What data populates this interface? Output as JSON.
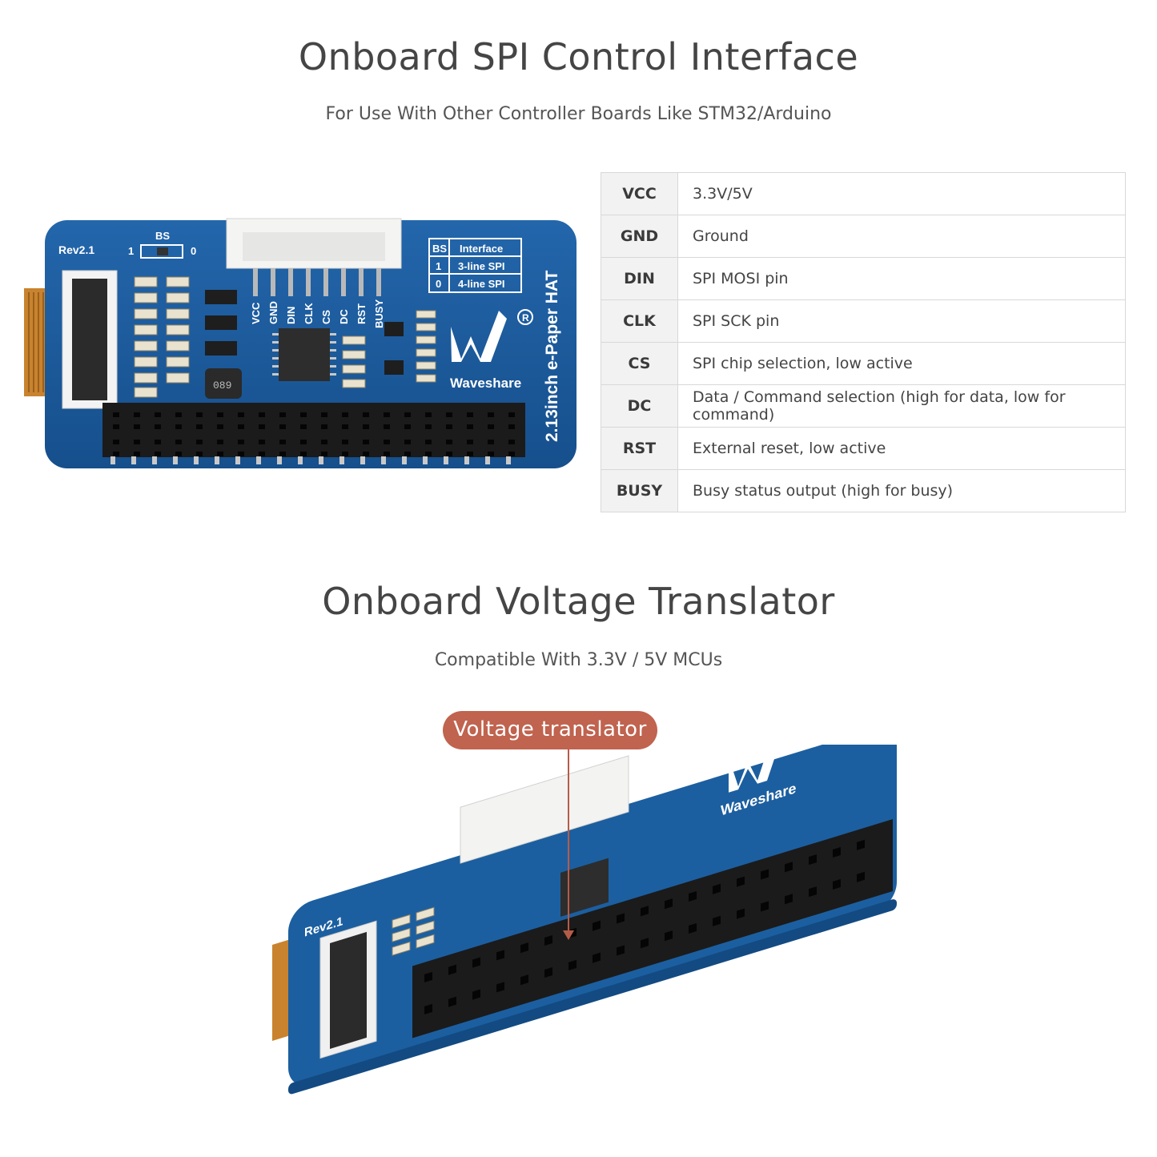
{
  "section1": {
    "title": "Onboard SPI Control Interface",
    "subtitle": "For Use With Other Controller Boards Like STM32/Arduino"
  },
  "pins": [
    {
      "name": "VCC",
      "desc": "3.3V/5V"
    },
    {
      "name": "GND",
      "desc": "Ground"
    },
    {
      "name": "DIN",
      "desc": "SPI MOSI pin"
    },
    {
      "name": "CLK",
      "desc": "SPI SCK pin"
    },
    {
      "name": "CS",
      "desc": "SPI chip selection, low active"
    },
    {
      "name": "DC",
      "desc": "Data / Command selection (high for data, low for command)"
    },
    {
      "name": "RST",
      "desc": "External reset, low active"
    },
    {
      "name": "BUSY",
      "desc": "Busy status output (high for busy)"
    }
  ],
  "board": {
    "rev": "Rev2.1",
    "bs_label": "BS",
    "bs_one": "1",
    "bs_zero": "0",
    "bs_table_header_bs": "BS",
    "bs_table_header_interface": "Interface",
    "bs_table_row1_bs": "1",
    "bs_table_row1_interface": "3-line SPI",
    "bs_table_row2_bs": "0",
    "bs_table_row2_interface": "4-line SPI",
    "pin_labels": [
      "VCC",
      "GND",
      "DIN",
      "CLK",
      "CS",
      "DC",
      "RST",
      "BUSY"
    ],
    "brand": "Waveshare",
    "product": "2.13inch e-Paper HAT",
    "inductor": "089"
  },
  "colors": {
    "pcb": "#1c5fa0",
    "pcb_dark": "#134a82",
    "header": "#1e1e1e",
    "callout": "#c0634f"
  },
  "section2": {
    "title": "Onboard Voltage Translator",
    "subtitle": "Compatible With 3.3V / 5V MCUs",
    "callout": "Voltage translator"
  }
}
